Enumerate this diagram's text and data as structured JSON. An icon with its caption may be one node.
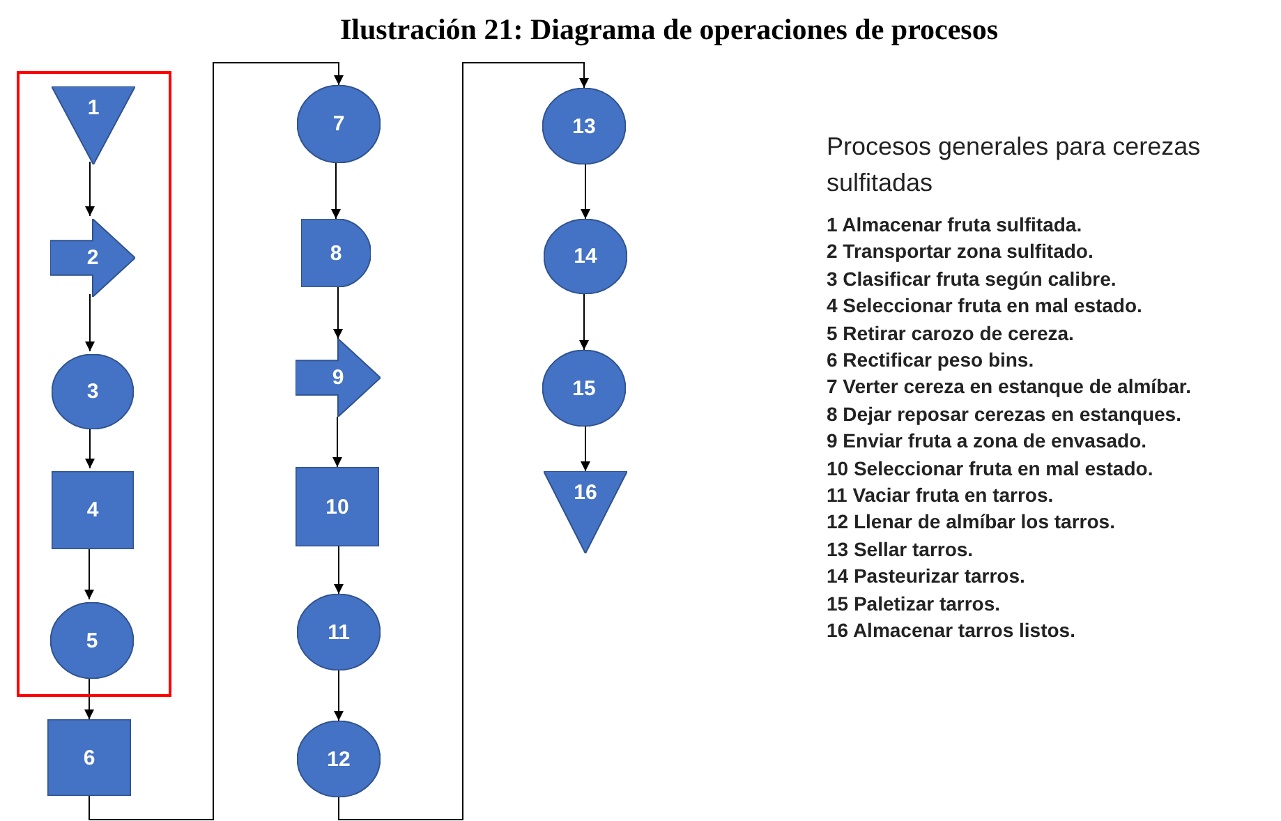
{
  "diagram": {
    "title": "Ilustración 21: Diagrama de operaciones de procesos",
    "nodes": [
      {
        "text": [],
        "shape": "box"
      },
      {
        "text": [
          "1"
        ],
        "in": 0
      },
      {
        "text": [
          "2"
        ],
        "in": 0
      },
      {
        "text": [
          "3"
        ],
        "in": 0
      },
      {
        "text": [
          "4"
        ],
        "in": 0
      },
      {
        "text": [
          "5"
        ],
        "in": 0
      },
      {
        "text": [
          "6"
        ]
      },
      {
        "text": [
          "7"
        ]
      },
      {
        "text": [
          "8"
        ]
      },
      {
        "text": [
          "9"
        ]
      },
      {
        "text": [
          "10"
        ]
      },
      {
        "text": [
          "11"
        ]
      },
      {
        "text": [
          "12"
        ]
      },
      {
        "text": [
          "13"
        ]
      },
      {
        "text": [
          "14"
        ]
      },
      {
        "text": [
          "15"
        ]
      },
      {
        "text": [
          "16"
        ]
      }
    ],
    "edges": [
      {
        "from": 1,
        "to": 2,
        "arrow": "to"
      },
      {
        "from": 2,
        "to": 3,
        "arrow": "to"
      },
      {
        "from": 3,
        "to": 4,
        "arrow": "to"
      },
      {
        "from": 4,
        "to": 5,
        "arrow": "to"
      },
      {
        "from": 5,
        "to": 6,
        "arrow": "to"
      },
      {
        "from": 6,
        "to": 7,
        "arrow": "to"
      },
      {
        "from": 7,
        "to": 8,
        "arrow": "to"
      },
      {
        "from": 8,
        "to": 9,
        "arrow": "to"
      },
      {
        "from": 9,
        "to": 10,
        "arrow": "to"
      },
      {
        "from": 10,
        "to": 11,
        "arrow": "to"
      },
      {
        "from": 11,
        "to": 12,
        "arrow": "to"
      },
      {
        "from": 12,
        "to": 13,
        "arrow": "to"
      },
      {
        "from": 13,
        "to": 14,
        "arrow": "to"
      },
      {
        "from": 14,
        "to": 15,
        "arrow": "to"
      },
      {
        "from": 15,
        "to": 16,
        "arrow": "to"
      }
    ],
    "labels": [
      "Procesos generales para cerezas sulfitadas",
      "1 Almacenar fruta sulfitada.",
      "2 Transportar zona sulfitado.",
      "3 Clasificar fruta según calibre.",
      "4 Seleccionar fruta en mal estado.",
      "5 Retirar carozo de cereza.",
      "6 Rectificar peso bins.",
      "7 Verter cereza en estanque de almíbar.",
      "8 Dejar reposar cerezas en estanques.",
      "9 Enviar fruta a zona de envasado.",
      "10 Seleccionar fruta en mal estado.",
      "11 Vaciar fruta en tarros.",
      "12 Llenar de almíbar los tarros.",
      "13 Sellar tarros.",
      "14 Pasteurizar tarros.",
      "15 Paletizar tarros.",
      "16 Almacenar tarros listos."
    ]
  }
}
